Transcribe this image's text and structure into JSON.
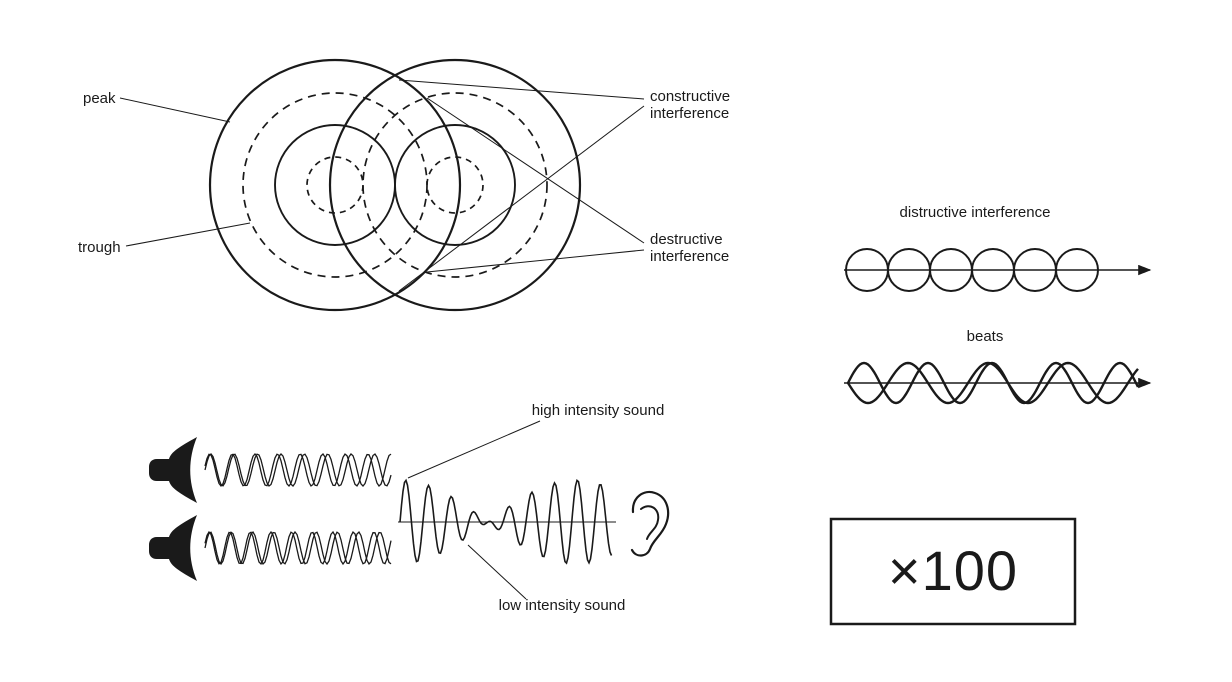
{
  "colors": {
    "ink": "#1a1a1a",
    "background": "#ffffff"
  },
  "interference_map": {
    "peak_label": "peak",
    "trough_label": "trough",
    "constructive_label": [
      "constructive",
      "interference"
    ],
    "destructive_label": [
      "destructive",
      "interference"
    ]
  },
  "wave_panel": {
    "destructive_title": "distructive interference",
    "beats_title": "beats"
  },
  "speaker_diagram": {
    "high_intensity_label": "high intensity sound",
    "low_intensity_label": "low intensity sound"
  },
  "multiplier_box": {
    "value": "×100"
  },
  "icons": {
    "speaker": "speaker-icon",
    "ear": "ear-icon",
    "arrowhead": "arrow-right-icon"
  }
}
